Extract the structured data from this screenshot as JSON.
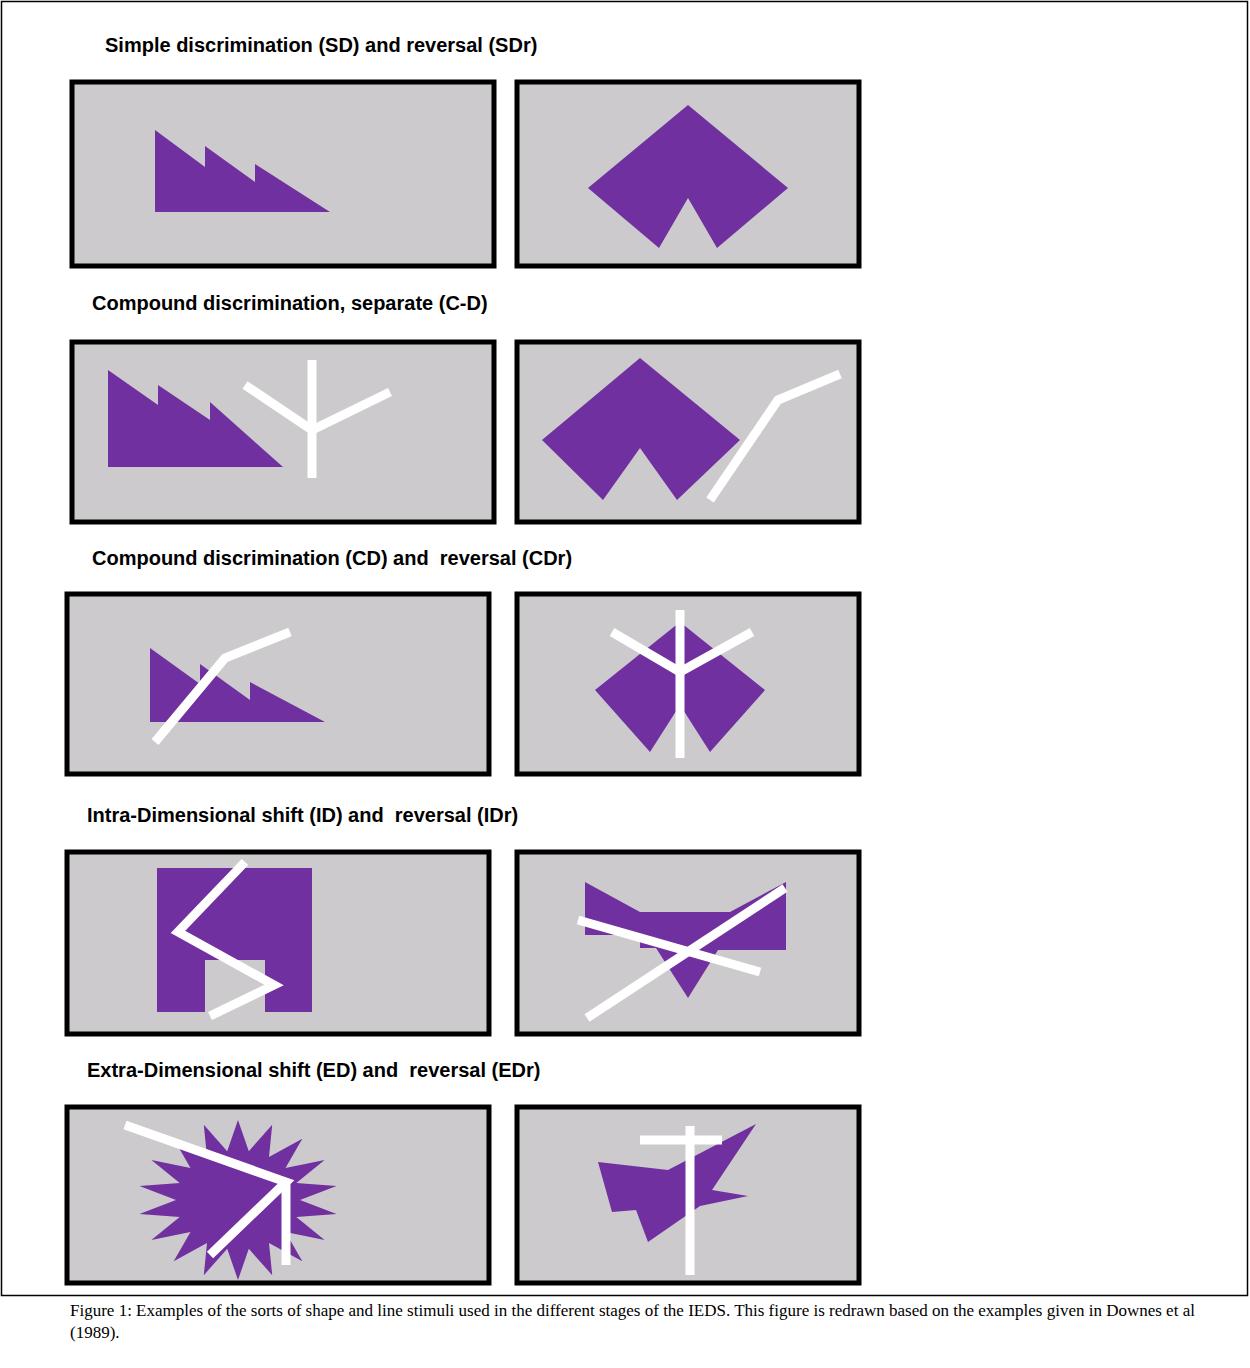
{
  "diagram": {
    "caption": "Figure 1: Examples of the sorts of shape and line stimuli used in the different stages of the IEDS. This figure is redrawn based on the examples given in Downes et al (1989).",
    "labels": [
      "Simple discrimination (SD) and reversal (SDr)",
      "Compound discrimination, separate (C-D)",
      "Compound discrimination (CD) and  reversal (CDr)",
      "Intra-Dimensional shift (ID) and  reversal (IDr)",
      "Extra-Dimensional shift (ED) and  reversal (EDr)"
    ]
  }
}
